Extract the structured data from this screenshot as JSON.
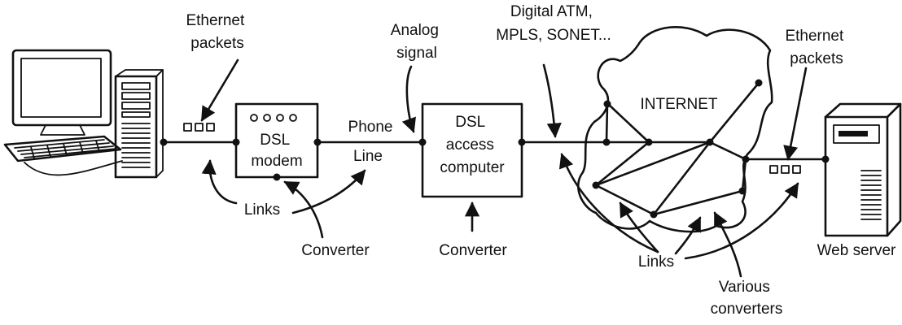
{
  "labels": {
    "ethernet_packets_left": [
      "Ethernet",
      "packets"
    ],
    "analog_signal": [
      "Analog",
      "signal"
    ],
    "digital": [
      "Digital ATM,",
      "MPLS, SONET..."
    ],
    "ethernet_packets_right": [
      "Ethernet",
      "packets"
    ],
    "dsl_modem": [
      "DSL",
      "modem"
    ],
    "phone": "Phone",
    "line": "Line",
    "dsl_access": [
      "DSL",
      "access",
      "computer"
    ],
    "internet": "INTERNET",
    "links_left": "Links",
    "converter_left": "Converter",
    "converter_mid": "Converter",
    "links_right": "Links",
    "various_converters": [
      "Various",
      "converters"
    ],
    "web_server": "Web server"
  }
}
